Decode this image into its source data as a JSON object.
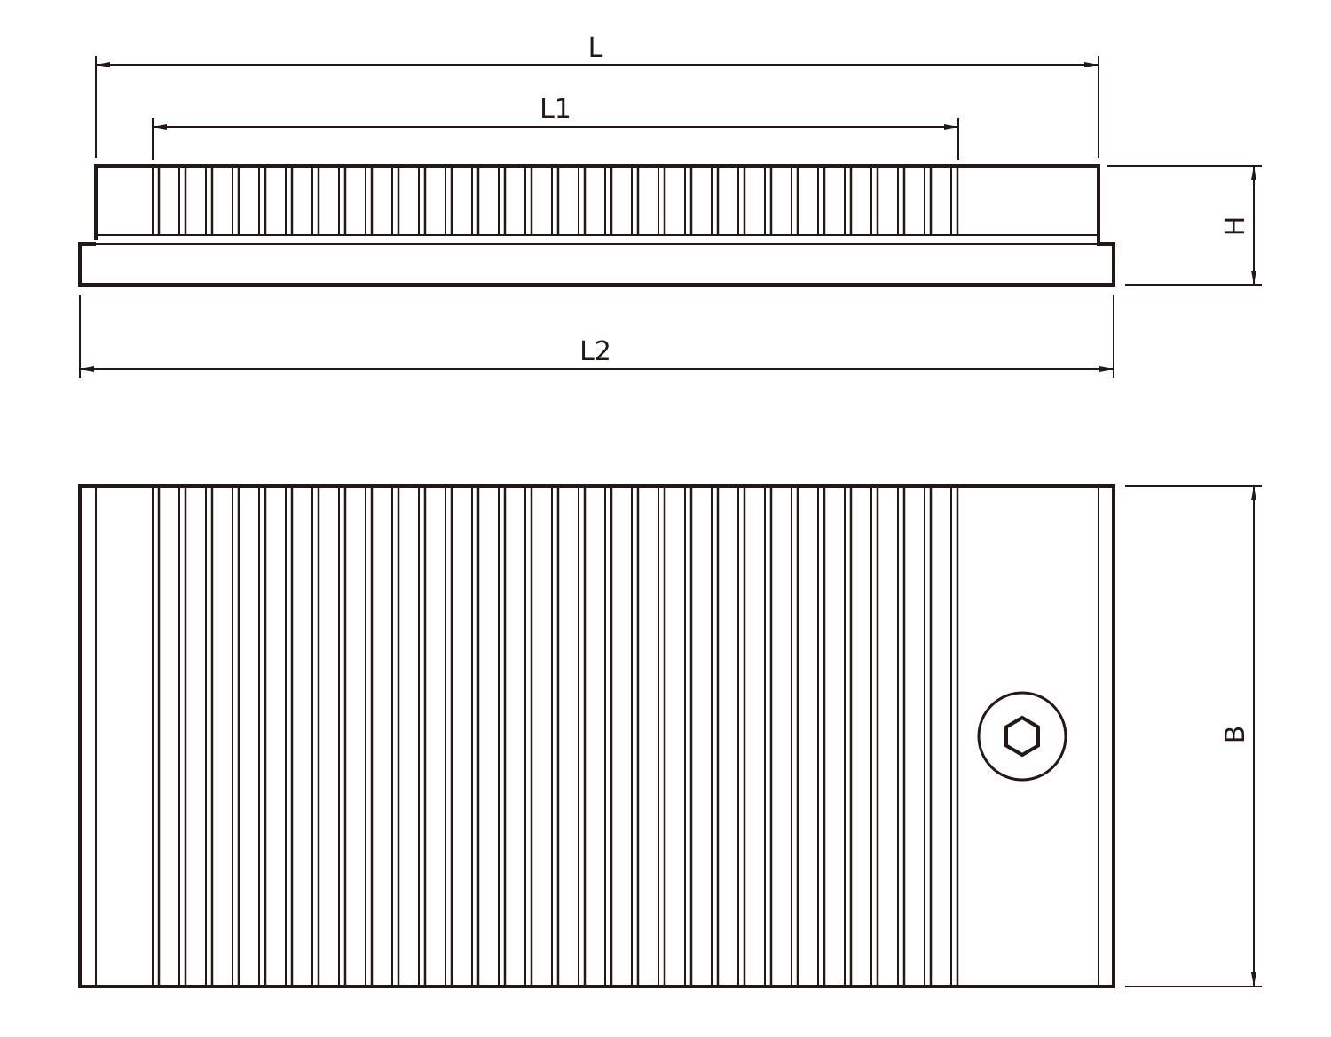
{
  "labels": {
    "L": "L",
    "L1": "L1",
    "L2": "L2",
    "H": "H",
    "B": "B"
  },
  "grooves": {
    "count": 31
  },
  "colors": {
    "line": "#231815",
    "background": "#ffffff"
  }
}
